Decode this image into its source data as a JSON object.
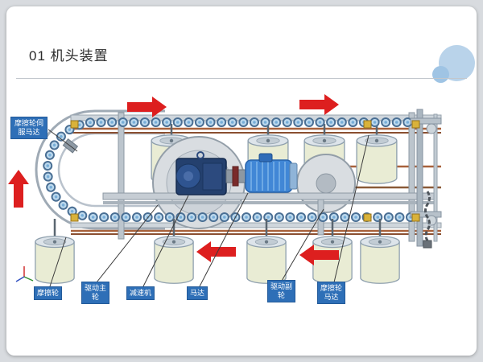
{
  "title": "01 机头装置",
  "diagram_labels": {
    "servo_motor": "摩擦轮伺服马达",
    "friction_wheel": "摩擦轮",
    "drive_main_wheel": "驱动主轮",
    "reducer": "减速机",
    "motor": "马达",
    "drive_sub_wheel": "驱动副轮",
    "friction_wheel_motor": "摩擦轮马达"
  },
  "flow_arrows": [
    {
      "position": "top-left",
      "direction": "right"
    },
    {
      "position": "top-right",
      "direction": "right"
    },
    {
      "position": "left-side",
      "direction": "up"
    },
    {
      "position": "bottom-center",
      "direction": "left"
    },
    {
      "position": "bottom-right",
      "direction": "left"
    }
  ],
  "colors": {
    "arrow": "#dd1f1f",
    "label_background": "#2e6fb7",
    "label_text": "#ffffff",
    "decor_circle": "#b9d3ea",
    "slide_background": "#ffffff",
    "page_background": "#d8dbdf",
    "chain_wheel": "#bcd9ee",
    "roller_drum": "#e9ecd4",
    "rail_brown": "#a8623c"
  }
}
